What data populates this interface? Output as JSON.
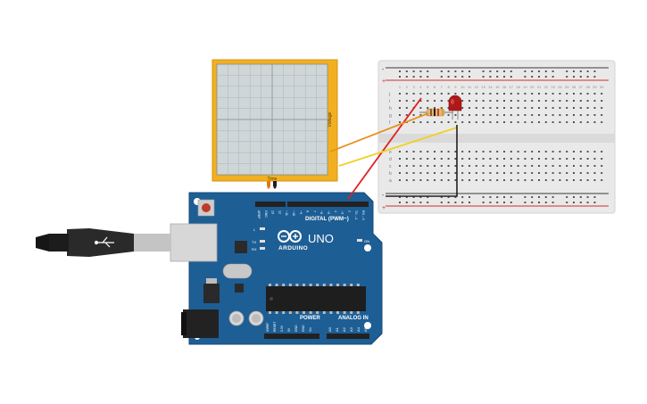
{
  "oscilloscope": {
    "x_axis_label": "Time",
    "y_axis_label": "Voltage",
    "frame_color": "#f2b020"
  },
  "arduino": {
    "brand": "ARDUINO",
    "model": "UNO",
    "digital_label": "DIGITAL (PWM~)",
    "power_label": "POWER",
    "analog_label": "ANALOG IN",
    "on_label": "ON",
    "led_labels": [
      "L",
      "TX",
      "RX"
    ],
    "top_header_pins": [
      "AREF",
      "GND",
      "13",
      "12",
      "~11",
      "~10",
      "~9",
      "8",
      "7",
      "~6",
      "~5",
      "4",
      "~3",
      "2",
      "TX→1",
      "RX←0"
    ],
    "power_pins": [
      "IOREF",
      "RESET",
      "3.3V",
      "5V",
      "GND",
      "GND",
      "Vin"
    ],
    "analog_pins": [
      "A0",
      "A1",
      "A2",
      "A3",
      "A4",
      "A5"
    ],
    "board_color": "#1d5e95"
  },
  "breadboard": {
    "row_letters_top": [
      "j",
      "i",
      "h",
      "g",
      "f"
    ],
    "row_letters_bottom": [
      "e",
      "d",
      "c",
      "b",
      "a"
    ],
    "column_count": 30,
    "rail_plus": "+",
    "rail_minus": "-"
  },
  "wires": {
    "red": "#e02020",
    "orange": "#e8901c",
    "yellow": "#f0d020",
    "black": "#202020"
  }
}
